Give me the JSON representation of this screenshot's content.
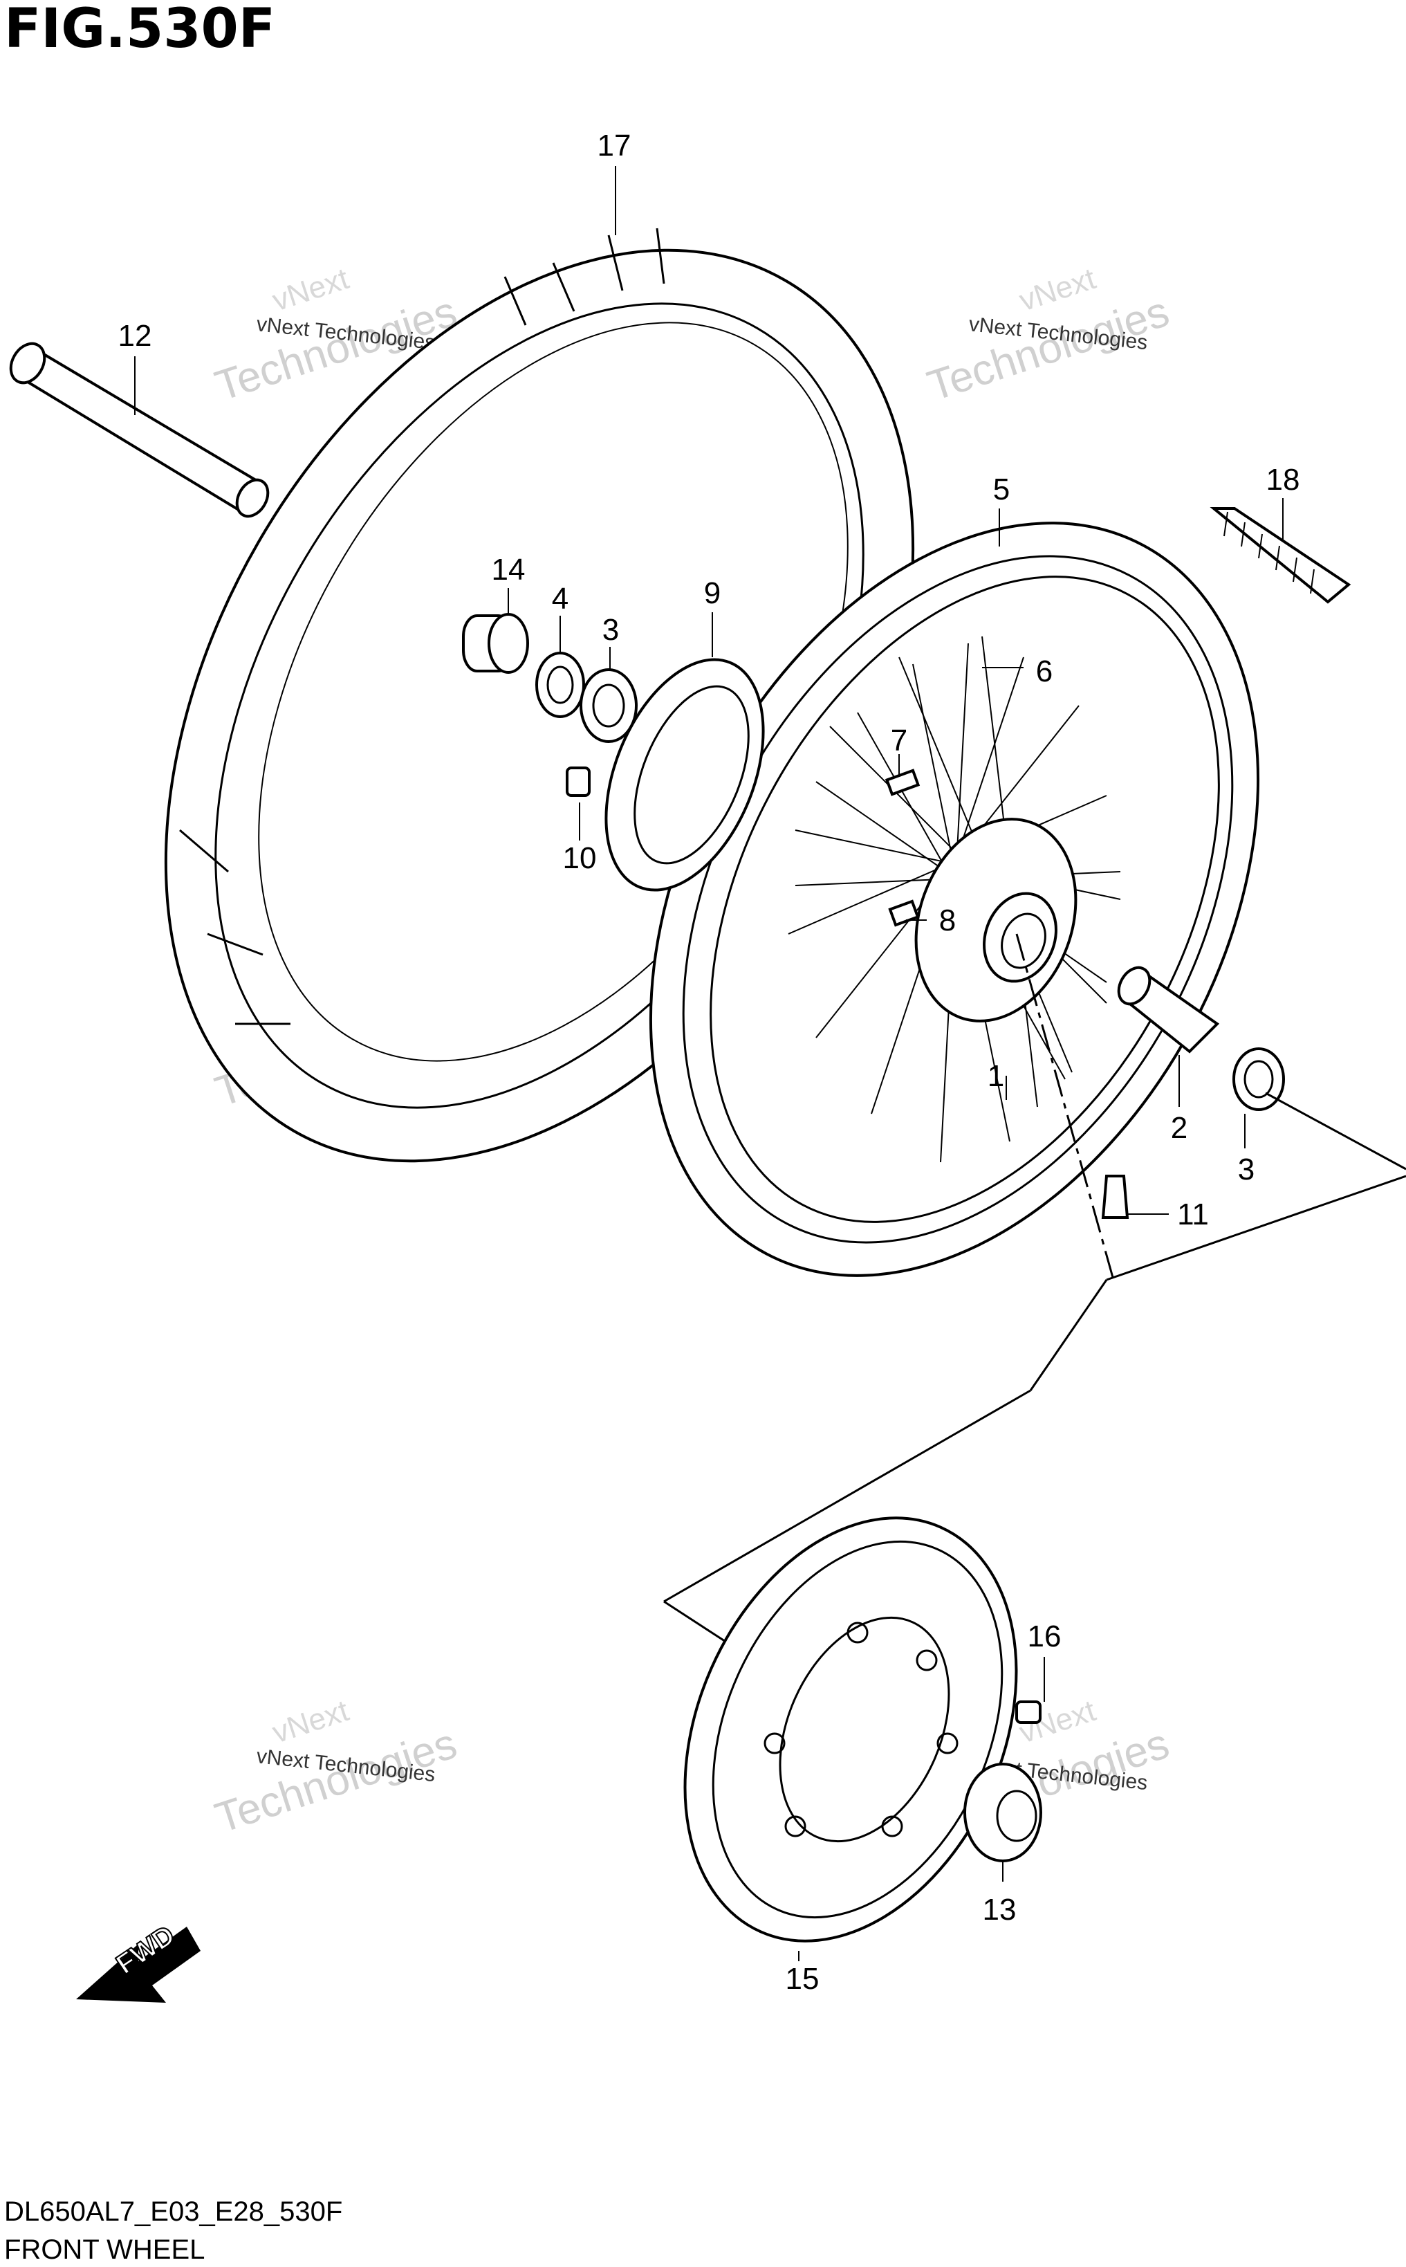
{
  "figure": {
    "title": "FIG.530F",
    "code": "DL650AL7_E03_E28_530F",
    "name": "FRONT WHEEL"
  },
  "fwd_label": "FWD",
  "watermark": {
    "line1": "vNext Technologies",
    "line2": "Technologies",
    "line3": "vNext"
  },
  "callouts": [
    {
      "id": "c1",
      "label": "1"
    },
    {
      "id": "c2",
      "label": "2"
    },
    {
      "id": "c3a",
      "label": "3"
    },
    {
      "id": "c3b",
      "label": "3"
    },
    {
      "id": "c4",
      "label": "4"
    },
    {
      "id": "c5",
      "label": "5"
    },
    {
      "id": "c6",
      "label": "6"
    },
    {
      "id": "c7",
      "label": "7"
    },
    {
      "id": "c8",
      "label": "8"
    },
    {
      "id": "c9",
      "label": "9"
    },
    {
      "id": "c10",
      "label": "10"
    },
    {
      "id": "c11",
      "label": "11"
    },
    {
      "id": "c12",
      "label": "12"
    },
    {
      "id": "c13",
      "label": "13"
    },
    {
      "id": "c14",
      "label": "14"
    },
    {
      "id": "c15",
      "label": "15"
    },
    {
      "id": "c16",
      "label": "16"
    },
    {
      "id": "c17",
      "label": "17"
    },
    {
      "id": "c18",
      "label": "18"
    }
  ]
}
